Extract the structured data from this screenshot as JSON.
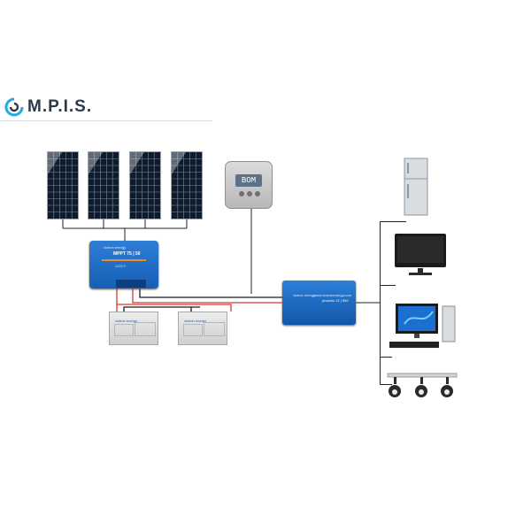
{
  "logo": {
    "text": "M.P.I.S.",
    "icon": "mpis-swirl-logo-icon",
    "colors": [
      "#29a8dd",
      "#2a3a4c"
    ]
  },
  "solar_panels": {
    "count": 4,
    "icon": "solar-panel-icon"
  },
  "charge_controller": {
    "icon": "mppt-charge-controller-icon",
    "brand_text": "victron energy",
    "model_text": "MPPT 75 | 50",
    "spec_text": "12/24 V",
    "color": "#1f6fc8"
  },
  "battery_monitor": {
    "icon": "battery-monitor-icon",
    "display_text": "BOM"
  },
  "batteries": [
    {
      "icon": "battery-icon",
      "brand_text": "victron energy"
    },
    {
      "icon": "battery-icon",
      "brand_text": "victron energy"
    }
  ],
  "inverter": {
    "icon": "inverter-icon",
    "brand_text": "victron energy",
    "header_text": "www.victronenergy.com",
    "model_text": "phoenix 12 | 500",
    "color": "#1c6bc2"
  },
  "loads": [
    {
      "icon": "refrigerator-icon"
    },
    {
      "icon": "television-icon"
    },
    {
      "icon": "desktop-computer-icon"
    },
    {
      "icon": "spotlights-icon"
    }
  ],
  "wire_colors": {
    "positive": "#d83a2e",
    "negative": "#1a1a1a"
  }
}
